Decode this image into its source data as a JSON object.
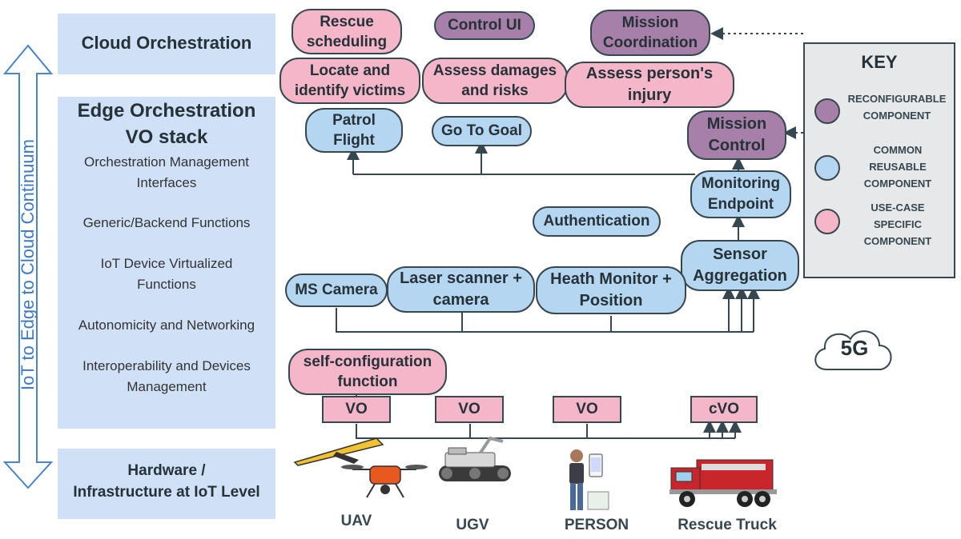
{
  "side_arrow_label": "IoT to Edge to Cloud Continuum",
  "layers": {
    "cloud": {
      "title": "Cloud Orchestration"
    },
    "edge": {
      "title_line1": "Edge Orchestration",
      "title_line2": "VO stack",
      "items": [
        {
          "line1": "Orchestration Management",
          "line2": "Interfaces"
        },
        {
          "line1": "Generic/Backend Functions",
          "line2": ""
        },
        {
          "line1": "IoT Device Virtualized",
          "line2": "Functions"
        },
        {
          "line1": "Autonomicity and Networking",
          "line2": ""
        },
        {
          "line1": "Interoperability and Devices",
          "line2": "Management"
        }
      ]
    },
    "hardware": {
      "title_line1": "Hardware /",
      "title_line2": "Infrastructure at IoT Level"
    }
  },
  "components": {
    "rescue_scheduling": {
      "line1": "Rescue",
      "line2": "scheduling"
    },
    "control_ui": "Control UI",
    "mission_coordination": {
      "line1": "Mission",
      "line2": "Coordination"
    },
    "locate_victims": {
      "line1": "Locate and",
      "line2": "identify victims"
    },
    "assess_damages": {
      "line1": "Assess damages",
      "line2": "and risks"
    },
    "assess_injury": {
      "line1": "Assess person's",
      "line2": "injury"
    },
    "patrol_flight": {
      "line1": "Patrol",
      "line2": "Flight"
    },
    "go_to_goal": "Go To Goal",
    "mission_control": {
      "line1": "Mission",
      "line2": "Control"
    },
    "monitoring_endpoint": {
      "line1": "Monitoring",
      "line2": "Endpoint"
    },
    "authentication": "Authentication",
    "sensor_aggregation": {
      "line1": "Sensor",
      "line2": "Aggregation"
    },
    "ms_camera": "MS Camera",
    "laser_scanner": {
      "line1": "Laser scanner +",
      "line2": "camera"
    },
    "health_monitor": {
      "line1": "Heath Monitor +",
      "line2": "Position"
    },
    "self_config": {
      "line1": "self-configuration",
      "line2": "function"
    }
  },
  "vos": [
    "VO",
    "VO",
    "VO",
    "cVO"
  ],
  "devices": [
    "UAV",
    "UGV",
    "PERSON",
    "Rescue Truck"
  ],
  "network": "5G",
  "key": {
    "title": "KEY",
    "entries": [
      {
        "line1": "RECONFIGURABLE",
        "line2": "COMPONENT",
        "line3": "",
        "color": "#a680a8"
      },
      {
        "line1": "COMMON",
        "line2": "REUSABLE",
        "line3": "COMPONENT",
        "color": "#b5d6f0"
      },
      {
        "line1": "USE-CASE",
        "line2": "SPECIFIC",
        "line3": "COMPONENT",
        "color": "#f4b6c8"
      }
    ]
  },
  "colors": {
    "pink": "#f4b6c8",
    "blue": "#b5d6f0",
    "purple": "#a680a8",
    "panel": "#cfe0f7",
    "arrow": "#3f79c2"
  }
}
